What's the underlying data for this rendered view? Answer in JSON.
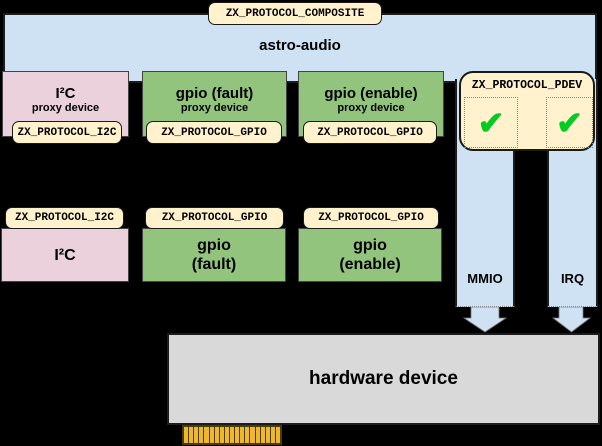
{
  "colors": {
    "background": "#000000",
    "blue": "#cfe2f3",
    "cream": "#fff2cc",
    "pink": "#ead1dc",
    "green": "#93c47d",
    "gray": "#d9d9d9",
    "gold": "#edb72e",
    "gold_dark": "#4a3b05",
    "check_green": "#00cc22",
    "border_dark": "#1c1c1c"
  },
  "composite": {
    "badge_label": "ZX_PROTOCOL_COMPOSITE",
    "title": "astro-audio"
  },
  "proxy_devices": [
    {
      "badge_label": "ZX_PROTOCOL_I2C",
      "title": "I²C",
      "subtitle": "proxy device"
    },
    {
      "badge_label": "ZX_PROTOCOL_GPIO",
      "title": "gpio (fault)",
      "subtitle": "proxy device"
    },
    {
      "badge_label": "ZX_PROTOCOL_GPIO",
      "title": "gpio (enable)",
      "subtitle": "proxy device"
    }
  ],
  "pdev": {
    "badge_label": "ZX_PROTOCOL_PDEV",
    "check_symbol": "✔"
  },
  "drivers": [
    {
      "badge_label": "ZX_PROTOCOL_I2C",
      "line1": "I²C",
      "line2": ""
    },
    {
      "badge_label": "ZX_PROTOCOL_GPIO",
      "line1": "gpio",
      "line2": "(fault)"
    },
    {
      "badge_label": "ZX_PROTOCOL_GPIO",
      "line1": "gpio",
      "line2": "(enable)"
    }
  ],
  "channels": [
    {
      "label": "MMIO"
    },
    {
      "label": "IRQ"
    }
  ],
  "hardware": {
    "label": "hardware device",
    "pin_count": 19
  }
}
